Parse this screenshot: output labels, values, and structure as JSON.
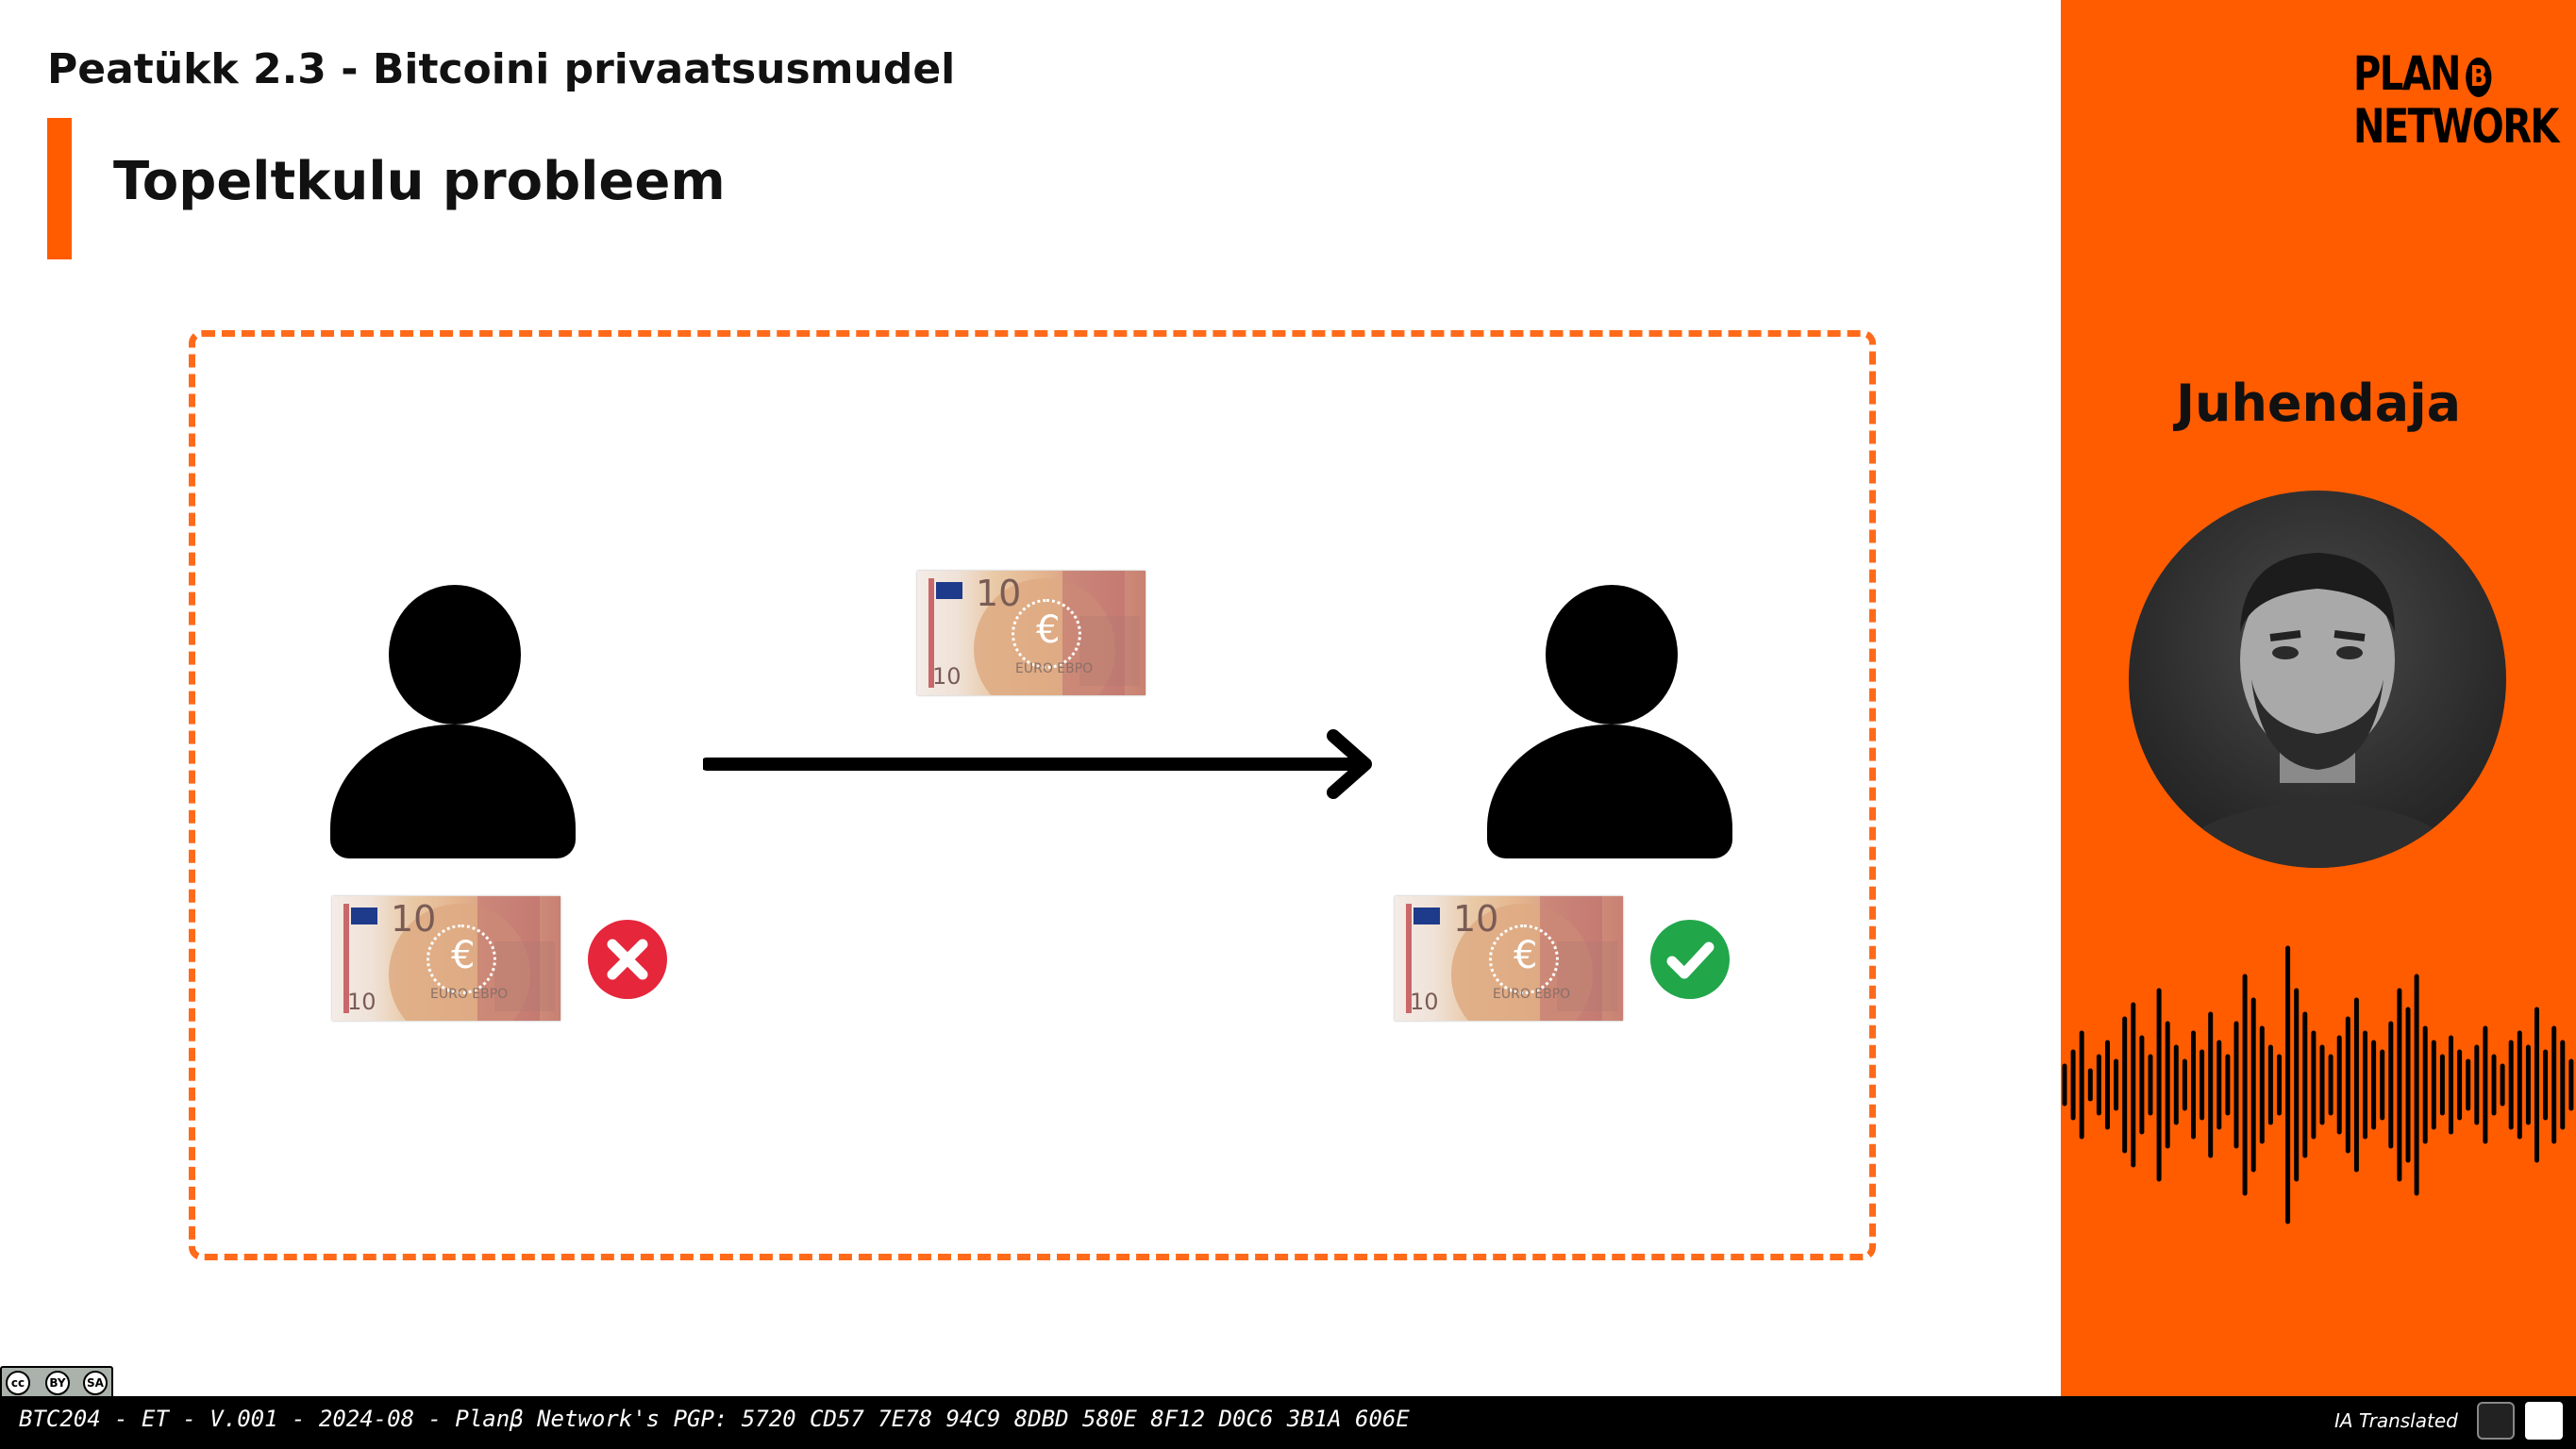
{
  "header": {
    "chapter": "Peatükk 2.3 - Bitcoini privaatsusmudel",
    "title": "Topeltkulu probleem"
  },
  "diagram": {
    "banknote": {
      "value_large": "10",
      "value_small": "10",
      "symbol": "€",
      "word": "EURO ЕВРО"
    },
    "sender_status": "cross-icon",
    "receiver_status": "check-icon",
    "colors": {
      "cross": "#e5263b",
      "check": "#21a64a",
      "dash": "#ff6a1a"
    }
  },
  "sidebar": {
    "logo_line1": "PLAN",
    "logo_b": "B",
    "logo_line2": "NETWORK",
    "instructor_label": "Juhendaja",
    "accent_color": "#ff5c00"
  },
  "footer": {
    "text": "BTC204 - ET - V.001 - 2024-08 - Planβ Network's PGP: 5720 CD57 7E78 94C9 8DBD 580E 8F12 D0C6 3B1A 606E",
    "ia_label": "IA Translated",
    "license": {
      "cc": "cc",
      "by": "BY",
      "sa": "SA"
    }
  }
}
